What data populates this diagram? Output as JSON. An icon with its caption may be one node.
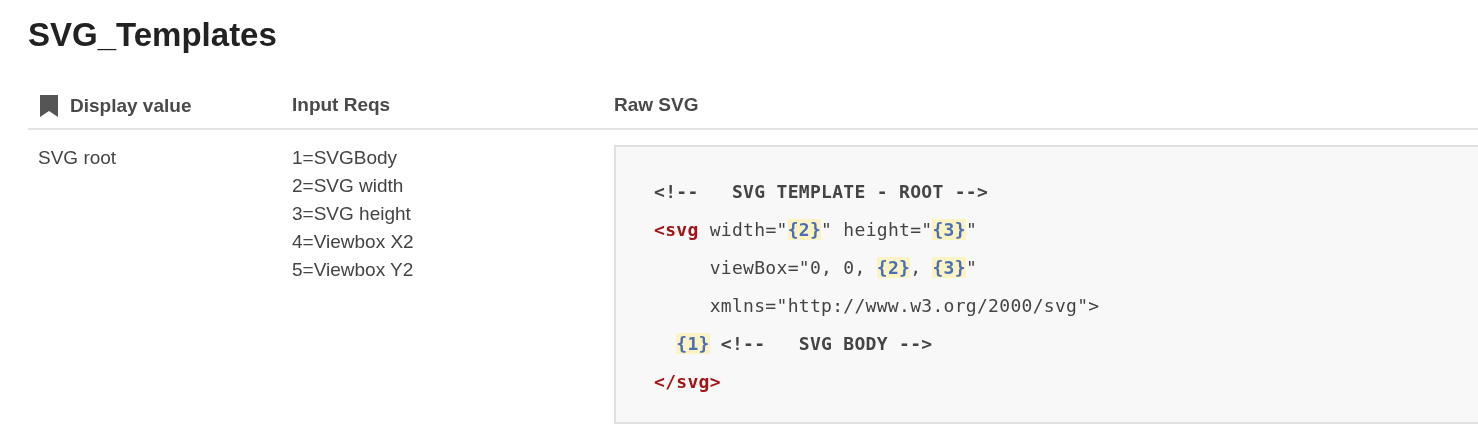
{
  "diagram": {
    "title": "SVG_Templates",
    "labels": [
      "Display value",
      "Input Reqs",
      "Raw SVG",
      "SVG root",
      "1=SVGBody",
      "2=SVG width",
      "3=SVG height",
      "4=Viewbox X2",
      "5=Viewbox Y2",
      "<!--   SVG TEMPLATE - ROOT -->",
      "<svg width=\"{2}\" height=\"{3}\"",
      "     viewBox=\"0, 0, {2}, {3}\"",
      "     xmlns=\"http://www.w3.org/2000/svg\">",
      "  {1} <!--   SVG BODY -->",
      "</svg>"
    ]
  }
}
